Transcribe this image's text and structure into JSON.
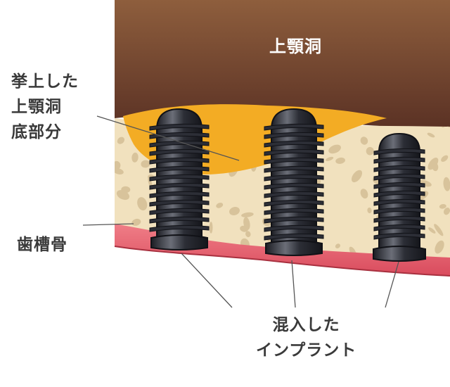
{
  "labels": {
    "sinus": "上顎洞",
    "lifted_floor": "挙上した\n上顎洞\n底部分",
    "alveolar_bone": "歯槽骨",
    "implant": "混入した\nインプラント"
  },
  "colors": {
    "sinus_top": "#8e5e3d",
    "sinus_bottom": "#5a3124",
    "lifted_sinus_floor": "#f3ac24",
    "bone": "#f1e1be",
    "bone_pores": "#d8c39b",
    "gum": "#d94b5d",
    "gum_light": "#f07e87",
    "implant_body": "#2c2e36",
    "implant_highlight": "#6b6e78",
    "leader_line": "#555555",
    "text": "#3a3a3a"
  },
  "implant_count": 3
}
